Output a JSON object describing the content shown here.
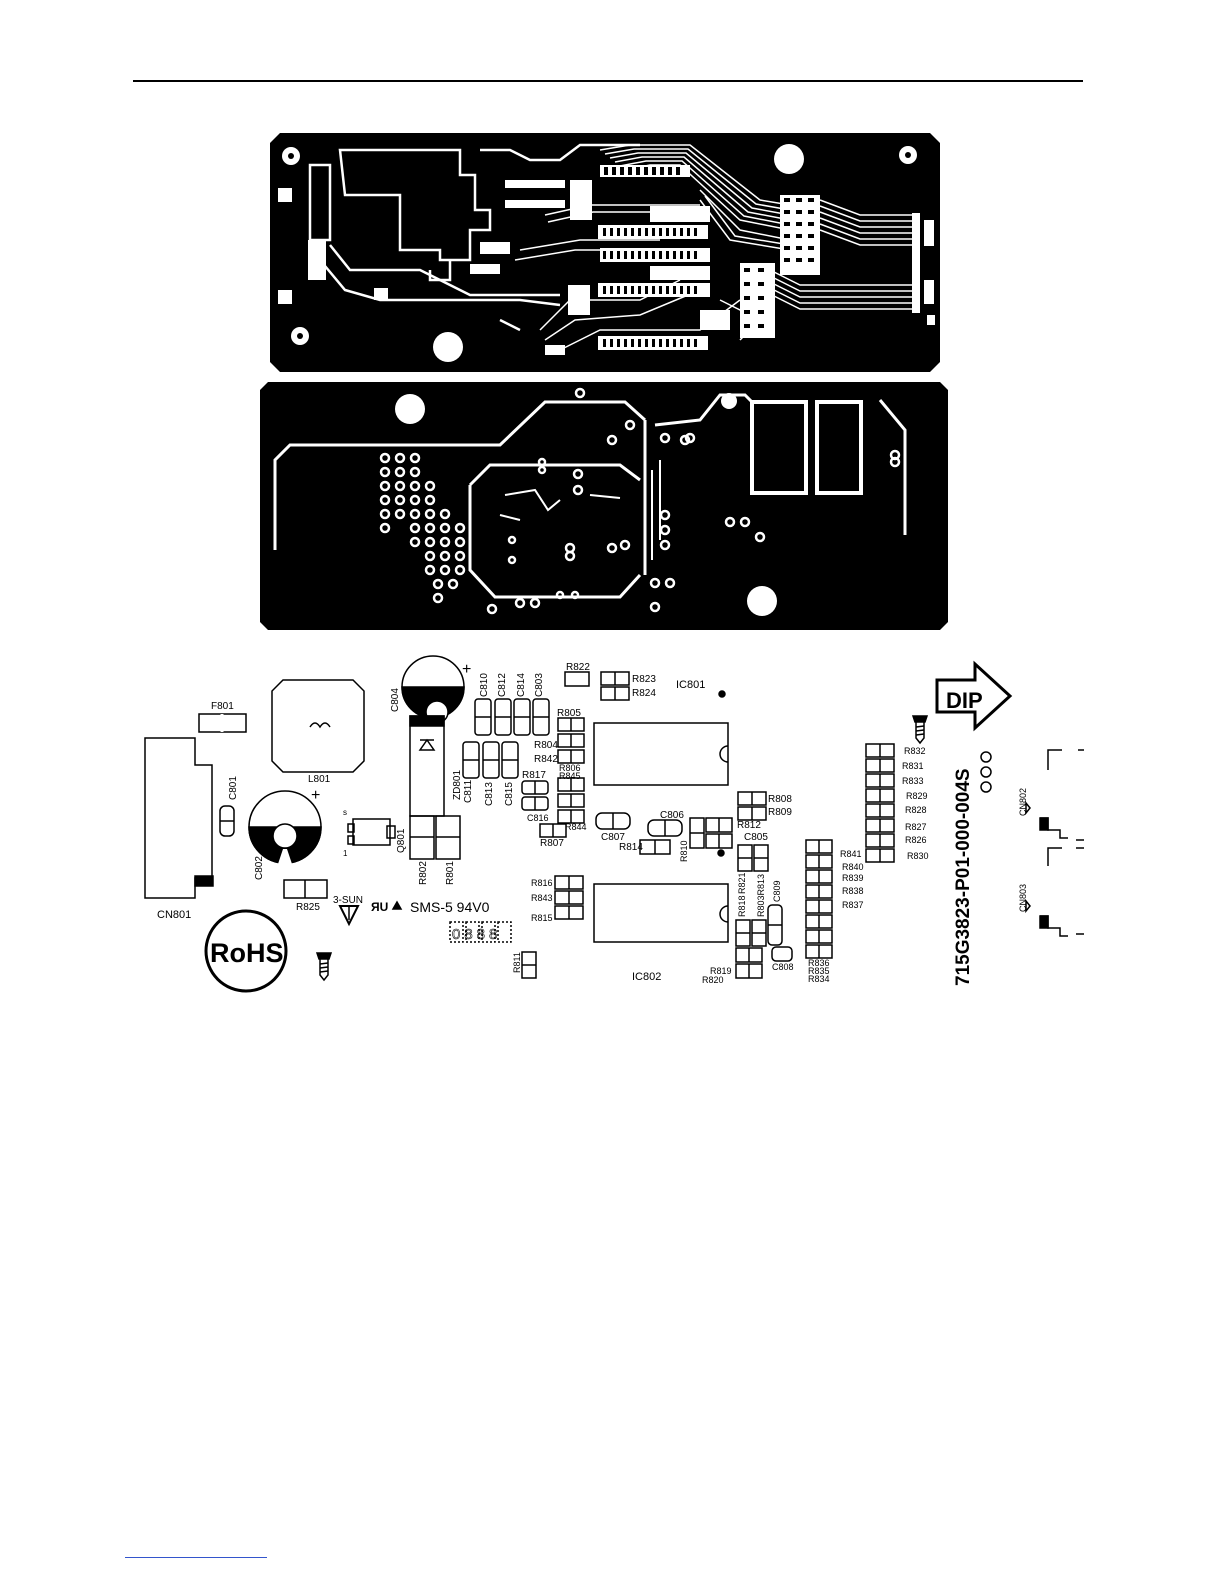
{
  "silkscreen": {
    "components": {
      "F801": "F801",
      "L801": "L801",
      "C801": "C801",
      "C802": "C802",
      "C804": "C804",
      "C810": "C810",
      "C812": "C812",
      "C814": "C814",
      "C803": "C803",
      "C811": "C811",
      "C813": "C813",
      "C815": "C815",
      "ZD801": "ZD801",
      "Q801": "Q801",
      "R802": "R802",
      "R801": "R801",
      "R825": "R825",
      "CN801": "CN801",
      "R822": "R822",
      "R823": "R823",
      "R824": "R824",
      "IC801": "IC801",
      "R805": "R805",
      "R804": "R804",
      "R842": "R842",
      "R806": "R806",
      "R845": "R845",
      "R817": "R817",
      "C816": "C816",
      "R844": "R844",
      "R807": "R807",
      "C807": "C807",
      "C806": "C806",
      "R814": "R814",
      "R810": "R810",
      "R808": "R808",
      "R809": "R809",
      "R812": "R812",
      "C805": "C805",
      "R816": "R816",
      "R843": "R843",
      "R815": "R815",
      "R818": "R818",
      "R821": "R821",
      "R803R813": "R803R813",
      "C809": "C809",
      "IC802": "IC802",
      "R811": "R811",
      "R819": "R819",
      "R820": "R820",
      "C808": "C808",
      "R841": "R841",
      "R840": "R840",
      "R839": "R839",
      "R838": "R838",
      "R837": "R837",
      "R836": "R836",
      "R835": "R835",
      "R834": "R834",
      "R832": "R832",
      "R831": "R831",
      "R833": "R833",
      "R829": "R829",
      "R828": "R828",
      "R827": "R827",
      "R826": "R826",
      "R830": "R830",
      "CN802": "CN802",
      "CN803": "CN803"
    },
    "marks": {
      "dip": "DIP",
      "rohs": "RoHS",
      "board_number": "715G3823-P01-000-004S",
      "maker": "3-SUN",
      "ul": "ЯU",
      "material": "SMS-5 94V0",
      "date_code": "0888",
      "plus": "+",
      "pin_s": "s",
      "pin_1": "1"
    }
  }
}
